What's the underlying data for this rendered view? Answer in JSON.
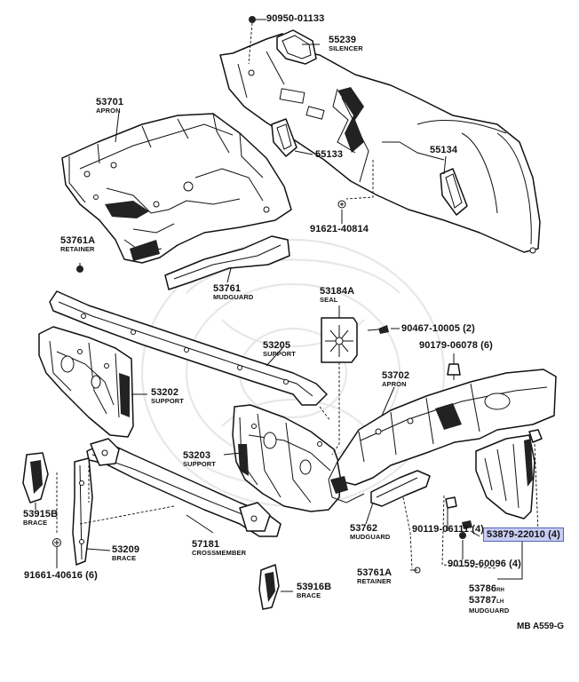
{
  "labels": [
    {
      "id": "p90950",
      "part": "90950-01133",
      "desc": ""
    },
    {
      "id": "p55239",
      "part": "55239",
      "desc": "SILENCER"
    },
    {
      "id": "p53701",
      "part": "53701",
      "desc": "APRON"
    },
    {
      "id": "p55133",
      "part": "55133",
      "desc": ""
    },
    {
      "id": "p55134",
      "part": "55134",
      "desc": ""
    },
    {
      "id": "p91621",
      "part": "91621-40814",
      "desc": ""
    },
    {
      "id": "p53761A_top",
      "part": "53761A",
      "desc": "RETAINER"
    },
    {
      "id": "p53761",
      "part": "53761",
      "desc": "MUDGUARD"
    },
    {
      "id": "p53184A",
      "part": "53184A",
      "desc": "SEAL"
    },
    {
      "id": "p90467",
      "part": "90467-10005 (2)",
      "desc": ""
    },
    {
      "id": "p90179",
      "part": "90179-06078 (6)",
      "desc": ""
    },
    {
      "id": "p53205",
      "part": "53205",
      "desc": "SUPPORT"
    },
    {
      "id": "p53202",
      "part": "53202",
      "desc": "SUPPORT"
    },
    {
      "id": "p53702",
      "part": "53702",
      "desc": "APRON"
    },
    {
      "id": "p53203",
      "part": "53203",
      "desc": "SUPPORT"
    },
    {
      "id": "p53915B",
      "part": "53915B",
      "desc": "BRACE"
    },
    {
      "id": "p53209",
      "part": "53209",
      "desc": "BRACE"
    },
    {
      "id": "p57181",
      "part": "57181",
      "desc": "CROSSMEMBER"
    },
    {
      "id": "p91661",
      "part": "91661-40616 (6)",
      "desc": ""
    },
    {
      "id": "p53762",
      "part": "53762",
      "desc": "MUDGUARD"
    },
    {
      "id": "p90119",
      "part": "90119-06111 (4)",
      "desc": ""
    },
    {
      "id": "p53879",
      "part": "53879-22010 (4)",
      "desc": ""
    },
    {
      "id": "p90159",
      "part": "90159-60096 (4)",
      "desc": ""
    },
    {
      "id": "p53761A_bot",
      "part": "53761A",
      "desc": "RETAINER"
    },
    {
      "id": "p53916B",
      "part": "53916B",
      "desc": "BRACE"
    },
    {
      "id": "p53786",
      "part": "53786",
      "desc": ""
    },
    {
      "id": "p53787",
      "part": "53787",
      "desc": "MUDGUARD"
    }
  ],
  "side_marks": {
    "rh": "RH",
    "lh": "LH"
  },
  "diagram_code": "MB A559-G",
  "colors": {
    "ink": "#111111",
    "highlight": "#c9cdf2",
    "highlight_border": "#5561b8"
  }
}
